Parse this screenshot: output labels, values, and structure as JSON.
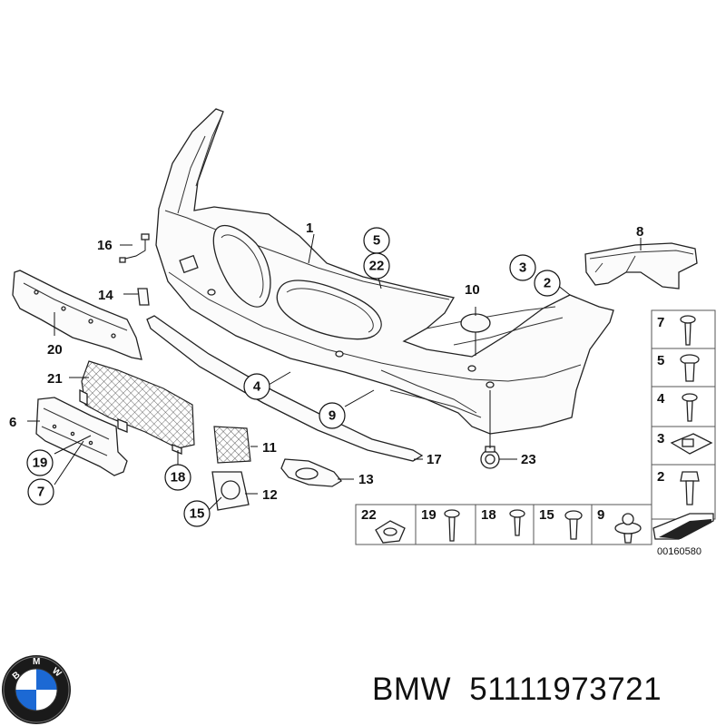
{
  "diagram": {
    "callouts": {
      "c1": "1",
      "c2": "2",
      "c3": "3",
      "c4": "4",
      "c5": "5",
      "c6": "6",
      "c7": "7",
      "c8": "8",
      "c9": "9",
      "c10": "10",
      "c11": "11",
      "c12": "12",
      "c13": "13",
      "c14": "14",
      "c15": "15",
      "c16": "16",
      "c17": "17",
      "c18": "18",
      "c19": "19",
      "c20": "20",
      "c21": "21",
      "c22": "22",
      "c23": "23"
    },
    "legend_right": [
      "7",
      "5",
      "4",
      "3",
      "2"
    ],
    "legend_bottom": [
      "22",
      "19",
      "18",
      "15",
      "9"
    ],
    "diagram_number": "00160580"
  },
  "logo": {
    "letters": "BMW"
  },
  "caption": {
    "brand": "BMW",
    "part_number": "51111973721"
  },
  "colors": {
    "line": "#222222",
    "bg": "#ffffff",
    "logo_blue": "#1c69d4",
    "logo_ring": "#111111"
  }
}
